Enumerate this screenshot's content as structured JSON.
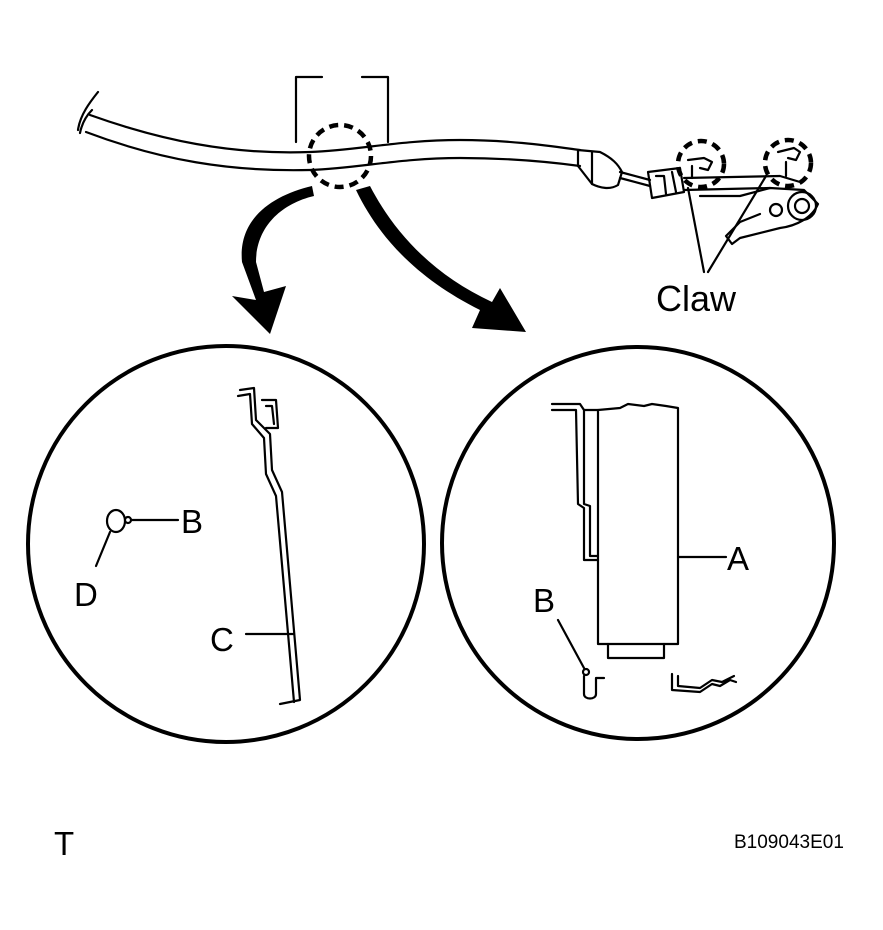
{
  "labels": {
    "claw": "Claw",
    "a": "A",
    "b_left": "B",
    "b_right": "B",
    "c": "C",
    "d": "D",
    "t": "T",
    "code": "B109043E01"
  }
}
